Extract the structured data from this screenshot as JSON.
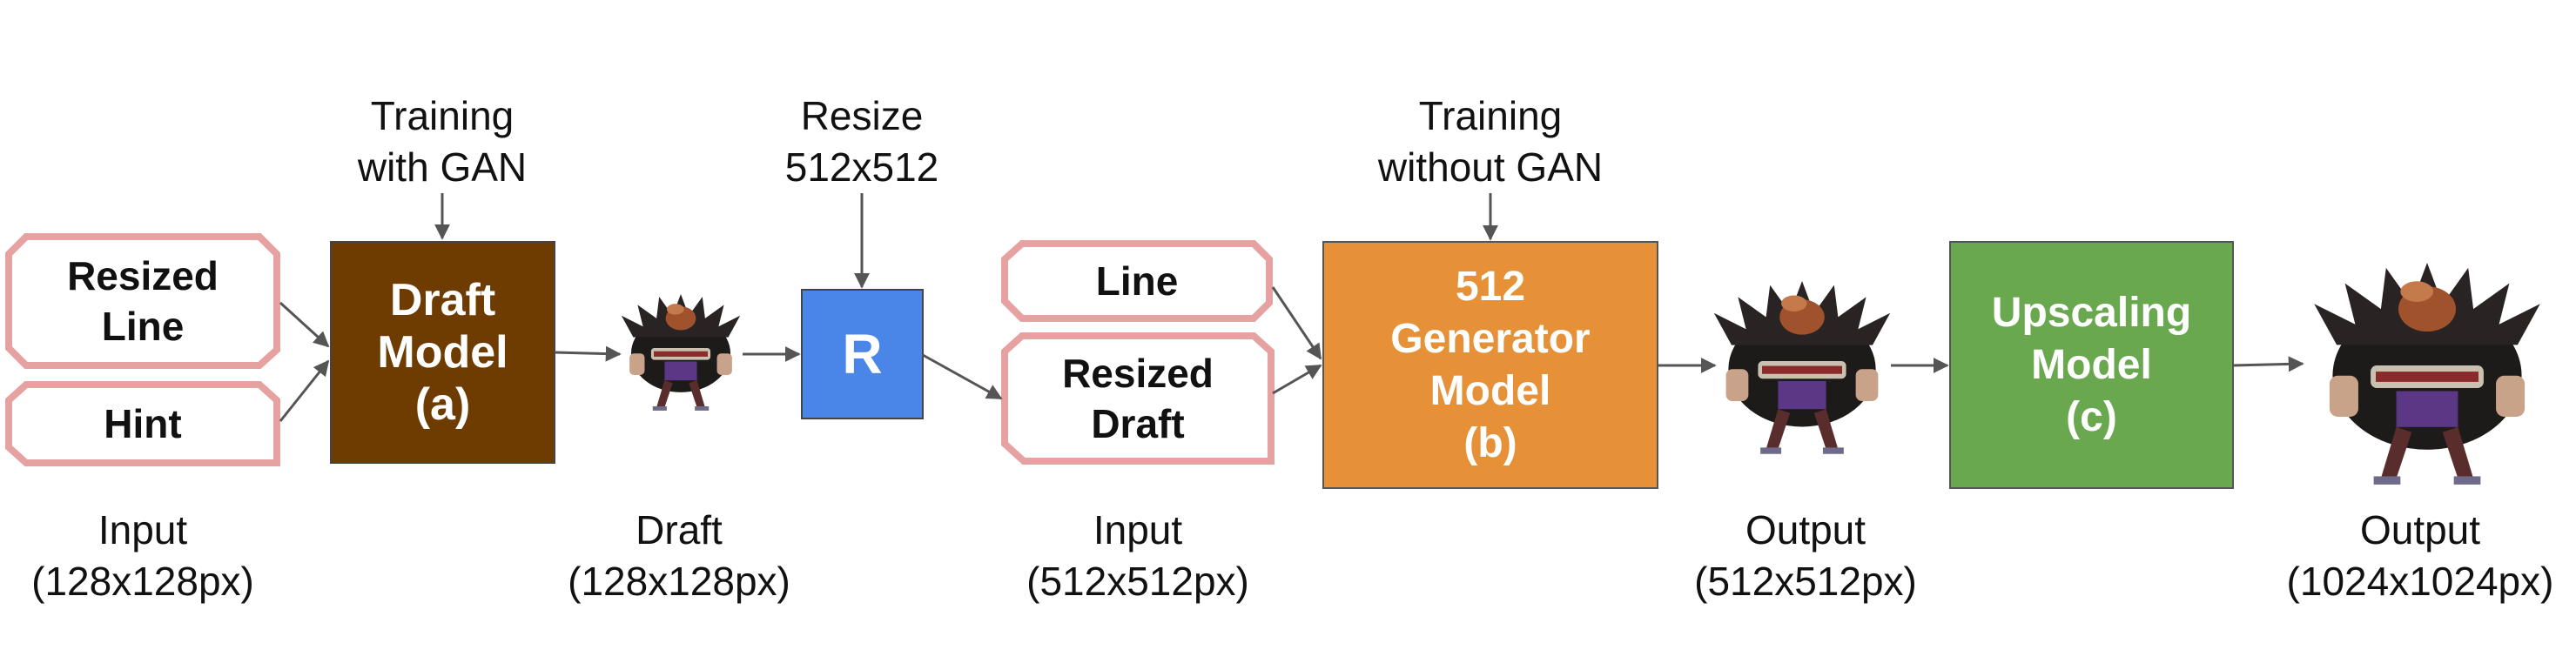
{
  "annotations": {
    "training_gan": [
      "Training",
      "with GAN"
    ],
    "resize": [
      "Resize",
      "512x512"
    ],
    "training_no_gan": [
      "Training",
      "without GAN"
    ]
  },
  "inputs_small": {
    "resized_line": [
      "Resized",
      "Line"
    ],
    "hint": "Hint"
  },
  "inputs_large": {
    "line": "Line",
    "resized_draft": [
      "Resized",
      "Draft"
    ]
  },
  "models": {
    "draft": [
      "Draft",
      "Model",
      "(a)"
    ],
    "resize_op": "R",
    "generator": [
      "512",
      "Generator",
      "Model",
      "(b)"
    ],
    "upscaling": [
      "Upscaling",
      "Model",
      "(c)"
    ]
  },
  "captions": {
    "input_small": [
      "Input",
      "(128x128px)"
    ],
    "draft": [
      "Draft",
      "(128x128px)"
    ],
    "input_large": [
      "Input",
      "(512x512px)"
    ],
    "output_512": [
      "Output",
      "(512x512px)"
    ],
    "output_1024": [
      "Output",
      "(1024x1024px)"
    ]
  },
  "colors": {
    "draft_model": "#6e3b00",
    "resize_op": "#4a86e8",
    "generator": "#e69138",
    "upscaling": "#6aa84f",
    "input_border": "#e6a1a1",
    "arrow": "#555555"
  },
  "thumbnails": [
    "character-draft-thumbnail",
    "character-output-512-thumbnail",
    "character-output-1024-thumbnail"
  ]
}
